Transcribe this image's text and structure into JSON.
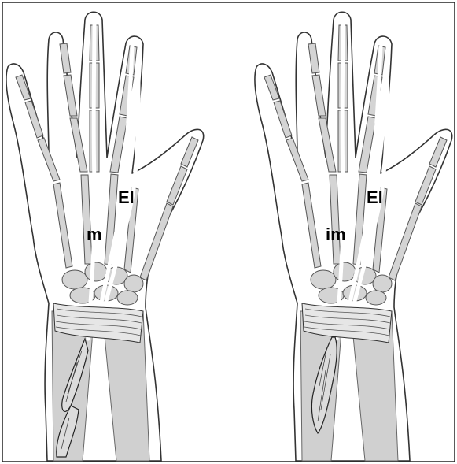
{
  "figure": {
    "panels": [
      {
        "id": "left",
        "labels": {
          "el": "El",
          "muscle": "m"
        }
      },
      {
        "id": "right",
        "labels": {
          "el": "El",
          "muscle": "im"
        }
      }
    ]
  }
}
